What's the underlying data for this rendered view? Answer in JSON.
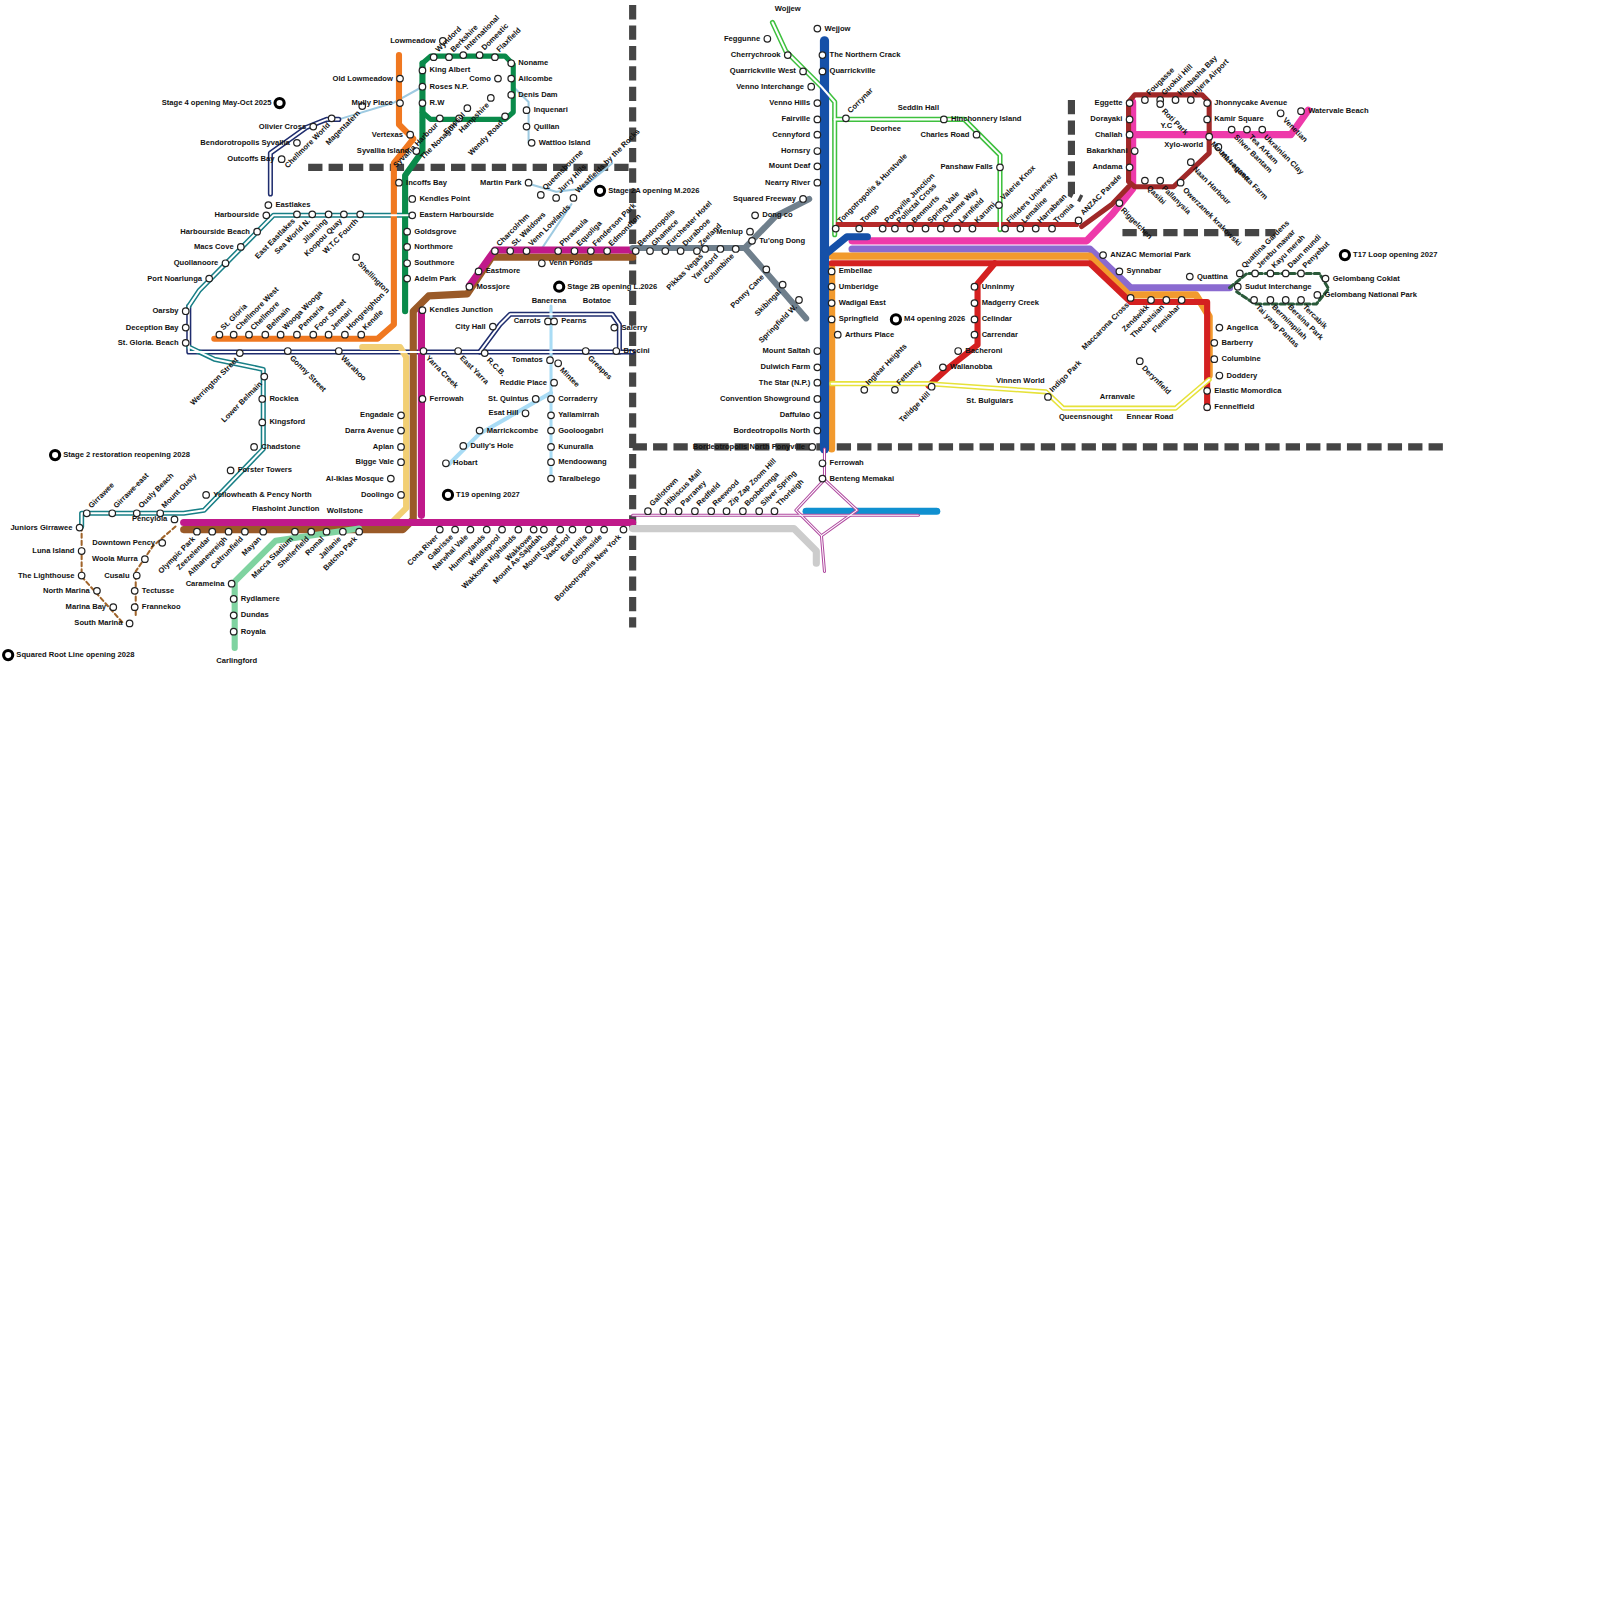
{
  "diagram": {
    "labels": [
      "Lowmeadow",
      "Wyndord",
      "Berkshire",
      "International",
      "Domestic",
      "Flaxfield",
      "Noname",
      "King Albert",
      "Como",
      "Ailcombe",
      "Old Lowmeadow",
      "Roses N.P.",
      "Denis Dam",
      "Stage 4 opening May-Oct 2025",
      "Mully Place",
      "R.W",
      "Inquenari",
      "Olivier Cross",
      "Quillan",
      "Vertexas",
      "Bendorotropolis Syvallia",
      "Wattloo Island",
      "Syvallia Island",
      "Outcoffs Bay",
      "Chellmore World",
      "Magentafern",
      "Syvallia Harbour",
      "Emssul",
      "The Nonagon",
      "Hampshire",
      "Wendy Road",
      "Martin Park",
      "Queensbourne",
      "Jurry Hills",
      "Westfields by the Rocks",
      "Stage 2A opening M.2026",
      "Incoffs Bay",
      "Kendles Point",
      "Eastern Harbourside",
      "Goldsgrove",
      "Northmore",
      "Southmore",
      "Adelm Park",
      "Kendles Junction",
      "Shellington",
      "Eastlakes",
      "Harbourside",
      "Harbourside Beach",
      "Macs Cove",
      "Quollanoore",
      "Port Noarlunga",
      "Oarsby",
      "Deception Bay",
      "St. Gloria. Beach",
      "East Eastlakes",
      "Sea World N.",
      "Jilarning",
      "Koopou Quay",
      "W.T.C Fourth",
      "St. Gloria",
      "Chellmore West",
      "Chellmore",
      "Belmain",
      "Wooga Wooga",
      "Pennaria",
      "Foor Street",
      "Jennari",
      "Hongreighton",
      "Kendle",
      "Werrington Street",
      "Gonny Street",
      "Warahoo",
      "Yarra Creek",
      "East Yarra",
      "R.C.B.",
      "City Hall",
      "Banerena",
      "Botatoe",
      "Carrots",
      "Pearns",
      "Salerry",
      "Brocini",
      "Tomatos",
      "Greapes",
      "Mintee",
      "Reddie Place",
      "St. Quintus",
      "Esat Hill",
      "Marrickcombe",
      "Dully's Hole",
      "Hobart",
      "Corraderry",
      "Yallamirrah",
      "Gooloogabri",
      "Kunuralla",
      "Mendoowang",
      "Taralbelego",
      "Ferrowah",
      "Engadale",
      "Darra Avenue",
      "Aplan",
      "Bigge Vale",
      "Al-Iklas Mosque",
      "Doolingo",
      "T19 opening 2027",
      "Eastmore",
      "Mossjore",
      "Charcolrhm",
      "St. Waldows",
      "Venn Lowlands",
      "Phrassula",
      "Equoliga",
      "Fenderson Park",
      "Edmondton",
      "Venn Ponds",
      "Stage 2B opening L.2026",
      "Bendoropolis",
      "Ghamece",
      "Furchester Hotel",
      "Durabooe",
      "Zeeland",
      "Pikkas Vegas",
      "Yarraford",
      "Columbine",
      "Meniup",
      "Tu'ong Dong",
      "Dong co",
      "Squared Freeway",
      "Ponny Cane",
      "Skibingal",
      "Springfield W.",
      "Wojjew",
      "Wejjow",
      "Feggunne",
      "The Northern Crack",
      "Cherrychrook",
      "Quarrickville West",
      "Quarrickville",
      "Venno Interchange",
      "Venno Hills",
      "Fairville",
      "Cennyford",
      "Hornsry",
      "Mount Deaf",
      "Nearry River",
      "Corrynar",
      "Seddin Hall",
      "Deorhee",
      "Hinchonnery Island",
      "Charles Road",
      "Panshaw Falls",
      "Valerie Knox",
      "Tongotropolis & Hurstvale",
      "Tongo",
      "Ponyville Junction",
      "Pollictal Cross",
      "Benmurts",
      "Spring Vale",
      "Chrome Way",
      "Larnfield",
      "Karumi",
      "Flinders University",
      "Lemaline",
      "Harrabean",
      "Tromia",
      "ANZAC Parade",
      "Embellae",
      "Umberidge",
      "Wadigal East",
      "Springfield",
      "M4 opening 2026",
      "Arthurs Place",
      "Mount Saltah",
      "Dulwich Farm",
      "The Star (N.P.)",
      "Convention Showground",
      "Daffulao",
      "Bordeotropolis North",
      "Bordeotropolis North Ponyville",
      "Ferrowah",
      "Benteng Memakai",
      "Inglear Heights",
      "Fettuney",
      "Telidge Hill",
      "Unninmy",
      "Madgerry Creek",
      "Celindar",
      "Carrendar",
      "Bacheroni",
      "Wallanobba",
      "Vinnen World",
      "St. Bulgulars",
      "Indigo Park",
      "Maccarona Cross",
      "Zendwikk",
      "Thecheisian",
      "Flemishar",
      "Queensnought",
      "Arranvale",
      "Ennear Road",
      "Derynfield",
      "ANZAC Memorial Park",
      "Synnabar",
      "Quattina",
      "Angelica",
      "Barberry",
      "Columbine",
      "Doddery",
      "Elastic Momordica",
      "Fennelfield",
      "Riggelchen",
      "Owerzanek krakowski",
      "Qasibi",
      "Pallanysia",
      "Naan Harbour",
      "Mount Lagana",
      "Marrequetta Farm",
      "Silver Bantam",
      "Tea Arkam",
      "Ukrainian Clay",
      "Venetian",
      "Eggette",
      "Dorayaki",
      "Challah",
      "Bakarkhani",
      "Andama",
      "Fougasse",
      "Guokui Hill",
      "Himbasha Bay",
      "Injera Airport",
      "Jhonnycake Avenue",
      "Kamir Square",
      "Roti Park",
      "Y.C",
      "Xylo-world",
      "Watervale Beach",
      "Quattina Gardens",
      "Jerebu mawar",
      "Kayu merah",
      "Daun mundi",
      "Penyebut",
      "T17 Loop opening 2027",
      "Gelombang Coklat",
      "Gelombang National Park",
      "Sudut Interchange",
      "Tai yang Pantas",
      "Bermimpilah",
      "Bersina Park",
      "Tercabik",
      "Stage 2 restoration reopening 2028",
      "Rocklea",
      "Kingsford",
      "Chadstone",
      "Lower Belmain",
      "Forster Towers",
      "Yellowheath & Pency North",
      "Flashoint Junction",
      "Wollstone",
      "Girrawee",
      "Girrawe-east",
      "Ously Beach",
      "Mount Ously",
      "Juniors Girrawee",
      "Pencylola",
      "Luna Island",
      "Downtown Pency",
      "Woola Murra",
      "Cusalu",
      "The Lighthouse",
      "Tectusse",
      "North Marina",
      "Frannekoo",
      "Marina Bay",
      "South Marina",
      "Squared Root Line opening 2028",
      "Olympic Park",
      "Zeezelendar",
      "Althanewreigh",
      "Caltrunfield",
      "Mayan",
      "Macca Stadium",
      "Shellerfield",
      "Romal",
      "Jallanie",
      "Batcho Park",
      "Carameina",
      "Rydlamere",
      "Dundas",
      "Royala",
      "Carlingford",
      "Cona River",
      "Gabrisse",
      "Narwhal Vale",
      "Hummylands",
      "Widdlepool",
      "Wakkowe Highlands",
      "Wakkowe",
      "Mount As-Sajadah",
      "Mount Sugar",
      "Vaschool",
      "East Hills",
      "Gloomside",
      "Bordeotropolis New York",
      "Gallotown",
      "Hibiscus Mall",
      "Parraney",
      "Redfield",
      "Reewood",
      "Zip Zap Zoom Hill",
      "Booberonga",
      "Silver Spring",
      "Thorleigh"
    ]
  }
}
